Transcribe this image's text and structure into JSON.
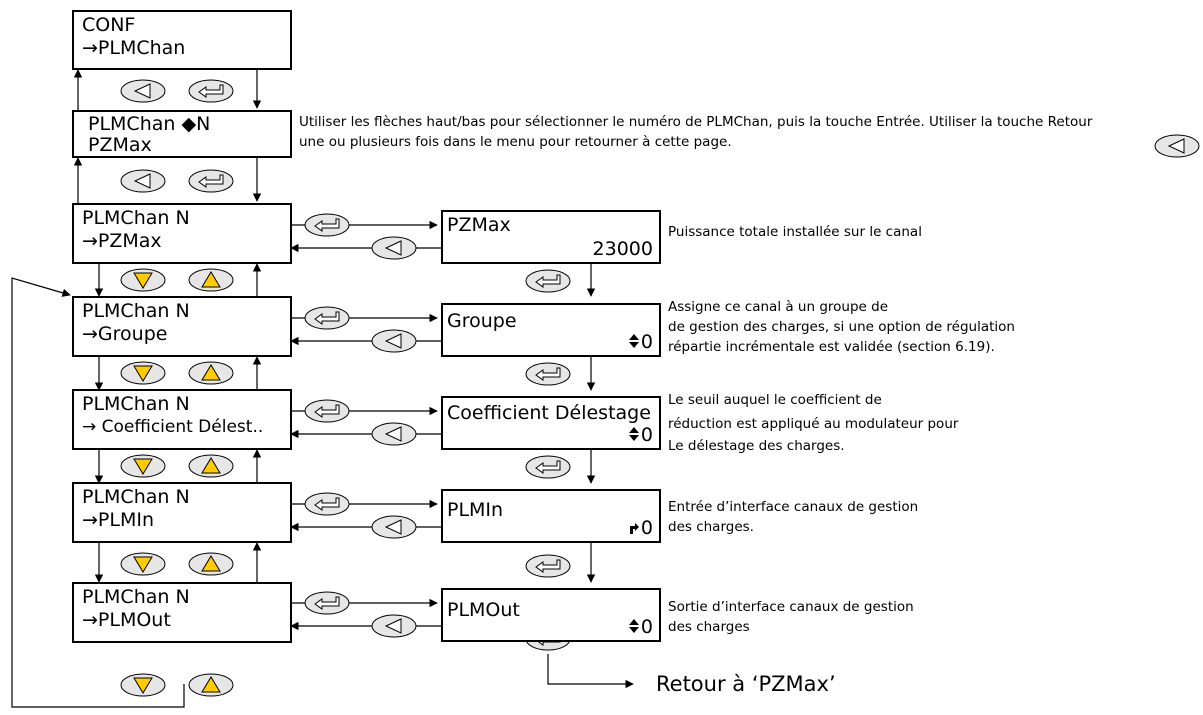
{
  "conf": {
    "line1": "CONF",
    "line2": "→PLMChan"
  },
  "chan_select": {
    "line1": "PLMChan ◆N",
    "line2": "PZMax"
  },
  "channel_label": "PLMChan N",
  "menu": [
    {
      "item": "→PZMax",
      "param": "PZMax",
      "value": "23000",
      "value_icon": "",
      "note": [
        "Puissance totale installée sur le canal"
      ]
    },
    {
      "item": "→Groupe",
      "param": "Groupe",
      "value": "0",
      "value_icon": "updown-arrows-icon",
      "note": [
        "Assigne ce canal à un groupe de",
        "de gestion des charges, si une option de régulation",
        "répartie incrémentale est validée (section 6.19)."
      ]
    },
    {
      "item": "→ Coefficient Délest..",
      "param": "Coefficient Délestage",
      "value": "0",
      "value_icon": "updown-arrows-icon",
      "note": [
        "Le seuil auquel le coefficient de",
        "réduction est appliqué au modulateur pour",
        "Le délestage des charges."
      ]
    },
    {
      "item": "→PLMIn",
      "param": "PLMIn",
      "value": "0",
      "value_icon": "wired-input-icon",
      "note": [
        "Entrée d’interface canaux de gestion",
        "des charges."
      ]
    },
    {
      "item": "→PLMOut",
      "param": "PLMOut",
      "value": "0",
      "value_icon": "updown-arrows-icon",
      "note": [
        "Sortie d’interface canaux de gestion",
        "des charges"
      ]
    }
  ],
  "instruction": {
    "line1": "Utiliser les flèches haut/bas pour sélectionner le numéro de PLMChan, puis la touche Entrée.  Utiliser la touche Retour",
    "line2": "une ou plusieurs fois dans le menu pour retourner à cette page."
  },
  "return_label": "Retour à ‘PZMax’",
  "colors": {
    "key_fill": "#e6e6e6",
    "arrow_key_fill": "#ffcc00",
    "stroke": "#000000"
  },
  "keys": [
    "back-key-icon",
    "enter-key-icon",
    "down-key-icon",
    "up-key-icon"
  ]
}
